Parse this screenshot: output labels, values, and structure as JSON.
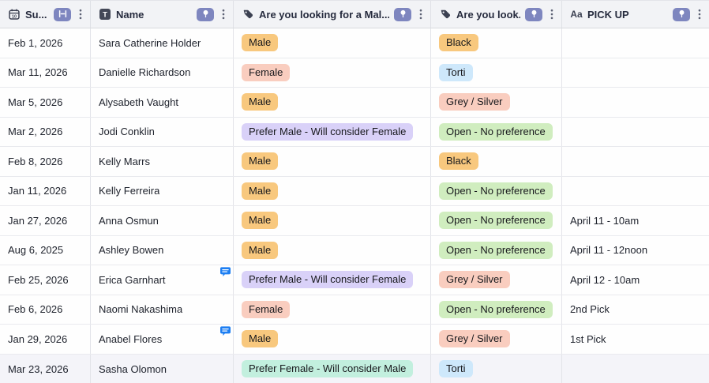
{
  "table": {
    "columns": [
      {
        "label": "Su...",
        "type_icon": "calendar-icon",
        "header_button_icon": "collapse-icon"
      },
      {
        "label": "Name",
        "type_icon": "text-field-icon",
        "header_button_icon": "pin-icon"
      },
      {
        "label": "Are you looking for a Mal...",
        "type_icon": "tag-icon",
        "header_button_icon": "pin-icon"
      },
      {
        "label": "Are you look...",
        "type_icon": "tag-icon",
        "header_button_icon": "pin-icon"
      },
      {
        "label": "PICK UP",
        "type_icon": "single-line-text-icon",
        "header_button_icon": "pin-icon"
      }
    ],
    "rows": [
      {
        "date": "Feb 1, 2026",
        "name": "Sara Catherine Holder",
        "has_comment": false,
        "gender": {
          "label": "Male",
          "color": "orange"
        },
        "coat": {
          "label": "Black",
          "color": "orange"
        },
        "pickup": ""
      },
      {
        "date": "Mar 11, 2026",
        "name": "Danielle Richardson",
        "has_comment": false,
        "gender": {
          "label": "Female",
          "color": "salmon"
        },
        "coat": {
          "label": "Torti",
          "color": "blue"
        },
        "pickup": ""
      },
      {
        "date": "Mar 5, 2026",
        "name": "Alysabeth Vaught",
        "has_comment": false,
        "gender": {
          "label": "Male",
          "color": "orange"
        },
        "coat": {
          "label": "Grey / Silver",
          "color": "salmon"
        },
        "pickup": ""
      },
      {
        "date": "Mar 2, 2026",
        "name": "Jodi Conklin",
        "has_comment": false,
        "gender": {
          "label": "Prefer Male - Will consider Female",
          "color": "lavender"
        },
        "coat": {
          "label": "Open - No preference",
          "color": "green"
        },
        "pickup": ""
      },
      {
        "date": "Feb 8, 2026",
        "name": "Kelly Marrs",
        "has_comment": false,
        "gender": {
          "label": "Male",
          "color": "orange"
        },
        "coat": {
          "label": "Black",
          "color": "orange"
        },
        "pickup": ""
      },
      {
        "date": "Jan 11, 2026",
        "name": "Kelly Ferreira",
        "has_comment": false,
        "gender": {
          "label": "Male",
          "color": "orange"
        },
        "coat": {
          "label": "Open - No preference",
          "color": "green"
        },
        "pickup": ""
      },
      {
        "date": "Jan 27, 2026",
        "name": "Anna Osmun",
        "has_comment": false,
        "gender": {
          "label": "Male",
          "color": "orange"
        },
        "coat": {
          "label": "Open - No preference",
          "color": "green"
        },
        "pickup": "April 11 - 10am"
      },
      {
        "date": "Aug 6, 2025",
        "name": "Ashley Bowen",
        "has_comment": false,
        "gender": {
          "label": "Male",
          "color": "orange"
        },
        "coat": {
          "label": "Open - No preference",
          "color": "green"
        },
        "pickup": "April 11 - 12noon"
      },
      {
        "date": "Feb 25, 2026",
        "name": "Erica Garnhart",
        "has_comment": true,
        "gender": {
          "label": "Prefer Male - Will consider Female",
          "color": "lavender"
        },
        "coat": {
          "label": "Grey / Silver",
          "color": "salmon"
        },
        "pickup": "April 12 - 10am"
      },
      {
        "date": "Feb 6, 2026",
        "name": "Naomi Nakashima",
        "has_comment": false,
        "gender": {
          "label": "Female",
          "color": "salmon"
        },
        "coat": {
          "label": "Open - No preference",
          "color": "green"
        },
        "pickup": "2nd Pick"
      },
      {
        "date": "Jan 29, 2026",
        "name": "Anabel Flores",
        "has_comment": true,
        "gender": {
          "label": "Male",
          "color": "orange"
        },
        "coat": {
          "label": "Grey / Silver",
          "color": "salmon"
        },
        "pickup": "1st Pick"
      },
      {
        "date": "Mar 23, 2026",
        "name": "Sasha Olomon",
        "has_comment": false,
        "highlighted": true,
        "gender": {
          "label": "Prefer Female - Will consider Male",
          "color": "mint"
        },
        "coat": {
          "label": "Torti",
          "color": "blue"
        },
        "pickup": ""
      }
    ]
  },
  "palette": {
    "orange": "#F8C87E",
    "salmon": "#F9CDBF",
    "lavender": "#D9D1F8",
    "green": "#D0EDBF",
    "blue": "#CEE8FB",
    "mint": "#C2EFDE",
    "header_button_bg": "#7E86BF",
    "comment_blue": "#1D7EF2"
  },
  "icons": {
    "aa_glyph": "Aa"
  }
}
